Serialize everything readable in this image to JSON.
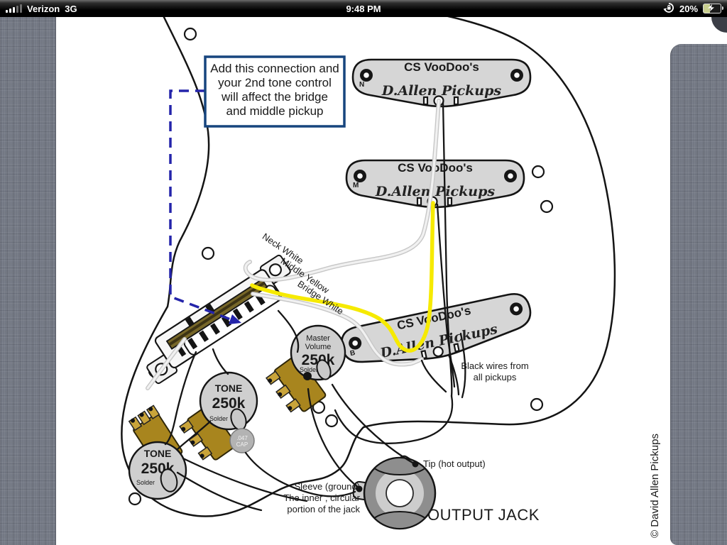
{
  "status_bar": {
    "carrier": "Verizon",
    "network": "3G",
    "time": "9:48 PM",
    "battery_percent": "20%"
  },
  "note_box": {
    "line1": "Add this connection and",
    "line2": "your 2nd tone control",
    "line3": "will affect the bridge",
    "line4": "and middle pickup"
  },
  "pickups": {
    "neck": {
      "model": "CS VooDoo's",
      "brand": "D.Allen Pickups",
      "position": "N"
    },
    "middle": {
      "model": "CS VooDoo's",
      "brand": "D.Allen Pickups",
      "position": "M"
    },
    "bridge": {
      "model": "CS VooDoo's",
      "brand": "D.Allen Pickups",
      "position": "B"
    }
  },
  "wire_labels": {
    "neck": "Neck White",
    "middle": "Middle Yellow",
    "bridge": "Bridge White"
  },
  "pots": {
    "volume": {
      "name_line1": "Master",
      "name_line2": "Volume",
      "value": "250k",
      "solder": "Solder"
    },
    "tone_middle": {
      "name": "TONE",
      "value": "250k",
      "solder": "Solder"
    },
    "tone_neck": {
      "name": "TONE",
      "value": "250k",
      "solder": "Solder"
    }
  },
  "cap": {
    "line1": ".047",
    "line2": "CAP"
  },
  "annotations": {
    "black_wires_line1": "Black wires from",
    "black_wires_line2": "all pickups"
  },
  "output_jack": {
    "tip_label": "Tip (hot output)",
    "sleeve_line1": "Sleeve (ground)",
    "sleeve_line2": "The inner , circular",
    "sleeve_line3": "portion of the jack",
    "title": "OUTPUT JACK"
  },
  "credit": "© David Allen Pickups",
  "colors": {
    "note_border": "#17457e",
    "wire_yellow": "#f6ea00",
    "wire_blue": "#2424aa",
    "pickup_fill": "#d6d6d6"
  }
}
